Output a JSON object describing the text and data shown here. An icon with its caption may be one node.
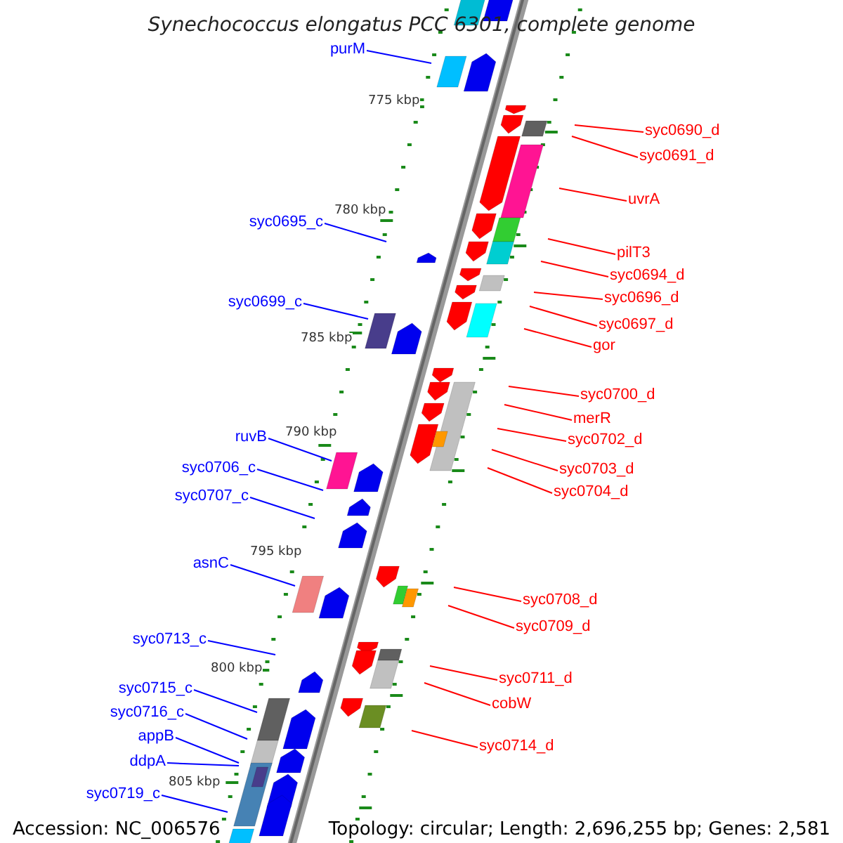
{
  "diagram": {
    "title": "Synechococcus elongatus PCC 6301, complete genome",
    "nodes": [
      {
        "text": [
          "purM"
        ]
      },
      {
        "text": [
          "syc0695_c"
        ]
      },
      {
        "text": [
          "syc0699_c"
        ]
      },
      {
        "text": [
          "ruvB"
        ]
      },
      {
        "text": [
          "syc0706_c"
        ]
      },
      {
        "text": [
          "syc0707_c"
        ]
      },
      {
        "text": [
          "asnC"
        ]
      },
      {
        "text": [
          "syc0713_c"
        ]
      },
      {
        "text": [
          "syc0715_c"
        ]
      },
      {
        "text": [
          "syc0716_c"
        ]
      },
      {
        "text": [
          "appB"
        ]
      },
      {
        "text": [
          "ddpA"
        ]
      },
      {
        "text": [
          "syc0719_c"
        ]
      },
      {
        "text": [
          "syc0690_d"
        ]
      },
      {
        "text": [
          "syc0691_d"
        ]
      },
      {
        "text": [
          "uvrA"
        ]
      },
      {
        "text": [
          "pilT3"
        ]
      },
      {
        "text": [
          "syc0694_d"
        ]
      },
      {
        "text": [
          "syc0696_d"
        ]
      },
      {
        "text": [
          "syc0697_d"
        ]
      },
      {
        "text": [
          "gor"
        ]
      },
      {
        "text": [
          "syc0700_d"
        ]
      },
      {
        "text": [
          "merR"
        ]
      },
      {
        "text": [
          "syc0702_d"
        ]
      },
      {
        "text": [
          "syc0703_d"
        ]
      },
      {
        "text": [
          "syc0704_d"
        ]
      },
      {
        "text": [
          "syc0708_d"
        ]
      },
      {
        "text": [
          "syc0709_d"
        ]
      },
      {
        "text": [
          "syc0711_d"
        ]
      },
      {
        "text": [
          "cobW"
        ]
      },
      {
        "text": [
          "syc0714_d"
        ]
      }
    ],
    "edges": [
      {
        "from": 0,
        "to": null,
        "arrow": "none",
        "color": "#0000ff"
      },
      {
        "from": 1,
        "to": null,
        "arrow": "none",
        "color": "#0000ff"
      },
      {
        "from": 2,
        "to": null,
        "arrow": "none",
        "color": "#0000ff"
      },
      {
        "from": 3,
        "to": null,
        "arrow": "none",
        "color": "#0000ff"
      },
      {
        "from": 4,
        "to": null,
        "arrow": "none",
        "color": "#0000ff"
      },
      {
        "from": 5,
        "to": null,
        "arrow": "none",
        "color": "#0000ff"
      },
      {
        "from": 6,
        "to": null,
        "arrow": "none",
        "color": "#0000ff"
      },
      {
        "from": 7,
        "to": null,
        "arrow": "none",
        "color": "#0000ff"
      },
      {
        "from": 8,
        "to": null,
        "arrow": "none",
        "color": "#0000ff"
      },
      {
        "from": 9,
        "to": null,
        "arrow": "none",
        "color": "#0000ff"
      },
      {
        "from": 10,
        "to": null,
        "arrow": "none",
        "color": "#0000ff"
      },
      {
        "from": 11,
        "to": null,
        "arrow": "none",
        "color": "#0000ff"
      },
      {
        "from": 12,
        "to": null,
        "arrow": "none",
        "color": "#0000ff"
      },
      {
        "from": 13,
        "to": null,
        "arrow": "none"
      },
      {
        "from": 14,
        "to": null,
        "arrow": "none"
      },
      {
        "from": 15,
        "to": null,
        "arrow": "none"
      },
      {
        "from": 16,
        "to": null,
        "arrow": "none"
      },
      {
        "from": 17,
        "to": null,
        "arrow": "none"
      },
      {
        "from": 18,
        "to": null,
        "arrow": "none"
      },
      {
        "from": 19,
        "to": null,
        "arrow": "none"
      },
      {
        "from": 20,
        "to": null,
        "arrow": "none"
      },
      {
        "from": 21,
        "to": null,
        "arrow": "none"
      },
      {
        "from": 22,
        "to": null,
        "arrow": "none"
      },
      {
        "from": 23,
        "to": null,
        "arrow": "none"
      },
      {
        "from": 24,
        "to": null,
        "arrow": "none"
      },
      {
        "from": 25,
        "to": null,
        "arrow": "none"
      },
      {
        "from": 26,
        "to": null,
        "arrow": "none"
      },
      {
        "from": 27,
        "to": null,
        "arrow": "none"
      },
      {
        "from": 28,
        "to": null,
        "arrow": "none"
      },
      {
        "from": 29,
        "to": null,
        "arrow": "none"
      },
      {
        "from": 30,
        "to": null,
        "arrow": "none"
      }
    ],
    "labels": [
      "775 kbp",
      "780 kbp",
      "785 kbp",
      "790 kbp",
      "795 kbp",
      "800 kbp",
      "805 kbp",
      "Accession: NC_006576",
      "Topology: circular; Length: 2,696,255 bp; Genes: 2,581"
    ]
  }
}
